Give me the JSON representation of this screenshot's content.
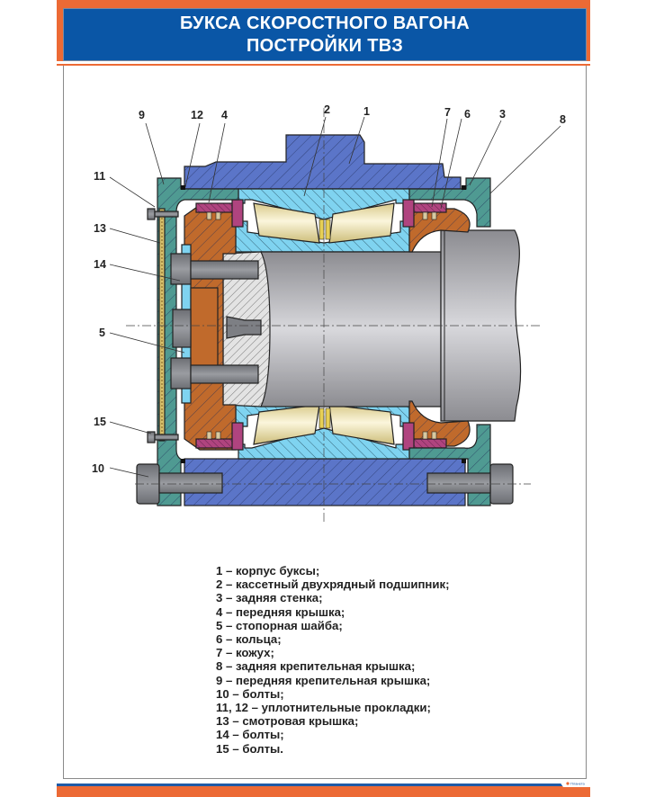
{
  "header": {
    "title_line1": "БУКСА СКОРОСТНОГО ВАГОНА",
    "title_line2": "ПОСТРОЙКИ ТВЗ"
  },
  "colors": {
    "frame_orange": "#ec6a35",
    "header_blue": "#0a56a6",
    "housing_blue": "#5b75c8",
    "bearing_cyan": "#7fd3f0",
    "cover_teal": "#4f9a92",
    "cap_brown": "#c06a2c",
    "ring_magenta": "#b0447f",
    "roller_cream": "#efe4ae",
    "axle_gray": "#a9a9ad",
    "bolt_gray": "#7d7f84"
  },
  "diagram": {
    "callouts": [
      {
        "id": "1",
        "label": "1"
      },
      {
        "id": "2",
        "label": "2"
      },
      {
        "id": "3",
        "label": "3"
      },
      {
        "id": "4",
        "label": "4"
      },
      {
        "id": "5",
        "label": "5"
      },
      {
        "id": "6",
        "label": "6"
      },
      {
        "id": "7",
        "label": "7"
      },
      {
        "id": "8",
        "label": "8"
      },
      {
        "id": "9",
        "label": "9"
      },
      {
        "id": "10",
        "label": "10"
      },
      {
        "id": "11",
        "label": "11"
      },
      {
        "id": "12",
        "label": "12"
      },
      {
        "id": "13",
        "label": "13"
      },
      {
        "id": "14",
        "label": "14"
      },
      {
        "id": "15",
        "label": "15"
      }
    ]
  },
  "legend": {
    "items": [
      "1 – корпус буксы;",
      "2 – кассетный двухрядный подшипник;",
      "3 – задняя стенка;",
      "4 – передняя крышка;",
      "5 – стопорная шайба;",
      "6 – кольца;",
      "7 – кожух;",
      "8 – задняя крепительная крышка;",
      "9 – передняя крепительная крышка;",
      "10 – болты;",
      "11, 12 – уплотнительные прокладки;",
      "13 – смотровая крышка;",
      "14 – болты;",
      "15 – болты."
    ]
  },
  "footer": {
    "logo_text": "Планета"
  }
}
